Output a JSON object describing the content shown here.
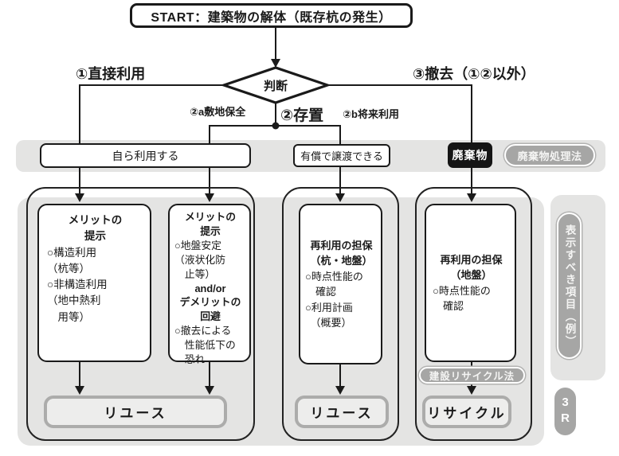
{
  "title": {
    "start": "START：建築物の解体（既存杭の発生）"
  },
  "decision": {
    "label": "判断"
  },
  "branches": {
    "direct_use": "①直接利用",
    "leave_in_place": "②存置",
    "site_preservation": "②a敷地保全",
    "future_use": "②b将来利用",
    "removal": "③撤去（①②以外）"
  },
  "row1": {
    "self_use": "自ら利用する",
    "paid_transfer": "有償で譲渡できる",
    "waste": "廃棄物",
    "waste_law": "廃棄物処理法"
  },
  "boxes": {
    "box1": {
      "heading": "メリットの\n提示",
      "body": "○構造利用\n（杭等）\n○非構造利用\n（地中熱利\n　用等）"
    },
    "box2": {
      "heading": "メリットの\n提示",
      "body1": "○地盤安定\n（液状化防\n　止等）",
      "connector": "and/or",
      "heading2": "デメリットの\n回避",
      "body2": "○撤去による\n　性能低下の\n　恐れ"
    },
    "box3": {
      "heading": "再利用の担保\n（杭・地盤）",
      "body": "○時点性能の\n　確認\n○利用計画\n　（概要）"
    },
    "box4": {
      "heading": "再利用の担保\n（地盤）",
      "body": "○時点性能の\n　確認"
    }
  },
  "results": {
    "reuse_a": "リユース",
    "reuse_b": "リユース",
    "recycle": "リサイクル"
  },
  "labels": {
    "construction_recycle_law": "建設リサイクル法",
    "display_items": "表示すべき項目（例）",
    "three_r": "3R"
  },
  "colors": {
    "panel_gray": "#e4e4e3",
    "pill_gray": "#a6a6a5",
    "line_black": "#1a1a1a",
    "result_fill": "#ededec",
    "result_border": "#acacab"
  }
}
